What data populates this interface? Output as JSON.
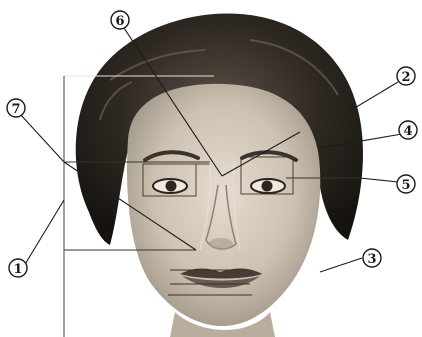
{
  "callouts": [
    {
      "id": "1",
      "label": "1"
    },
    {
      "id": "2",
      "label": "2"
    },
    {
      "id": "3",
      "label": "3"
    },
    {
      "id": "4",
      "label": "4"
    },
    {
      "id": "5",
      "label": "5"
    },
    {
      "id": "6",
      "label": "6"
    },
    {
      "id": "7",
      "label": "7"
    }
  ],
  "colors": {
    "background": "#ffffff",
    "hair": "#2b2620",
    "skin": "#cfc4b5",
    "lines": "#1c1c1c"
  }
}
